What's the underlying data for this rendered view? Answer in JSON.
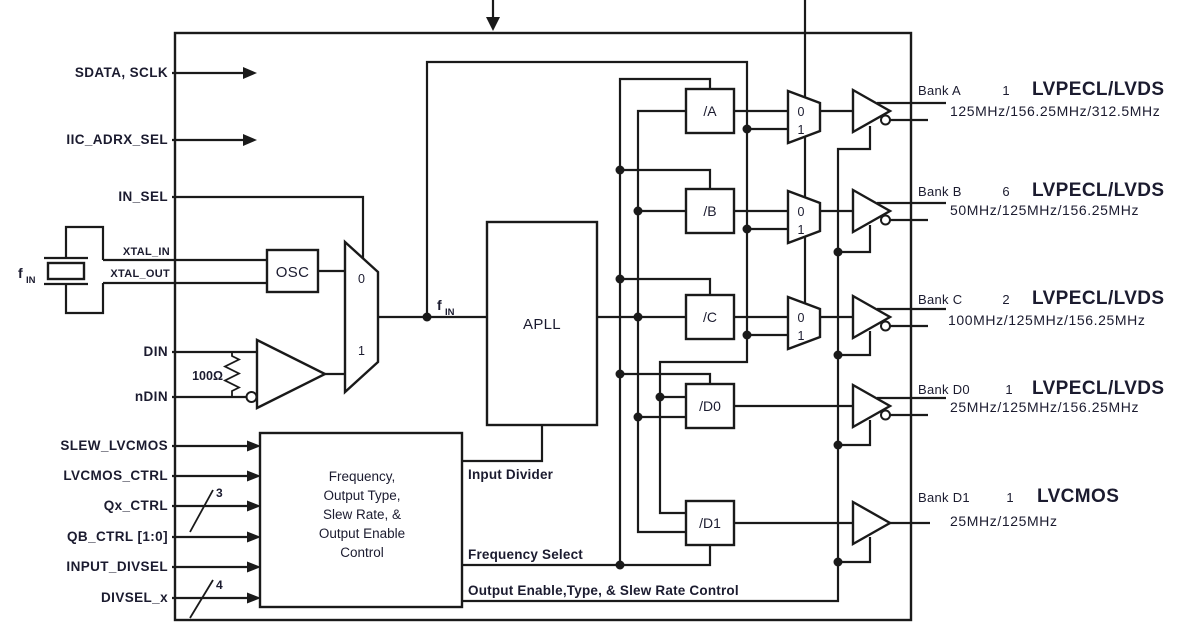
{
  "signals": [
    {
      "label": "SDATA, SCLK"
    },
    {
      "label": "IIC_ADRX_SEL"
    },
    {
      "label": "IN_SEL"
    },
    {
      "label": "DIN"
    },
    {
      "label": "nDIN"
    },
    {
      "label": "SLEW_LVCMOS"
    },
    {
      "label": "LVCMOS_CTRL"
    },
    {
      "label": "Qx_CTRL"
    },
    {
      "label": "QB_CTRL [1:0]"
    },
    {
      "label": "INPUT_DIVSEL"
    },
    {
      "label": "DIVSEL_x"
    }
  ],
  "bus_widths": {
    "qx_ctrl": "3",
    "divsel_x": "4"
  },
  "input_stage": {
    "f_in": "f",
    "f_in_sub": "IN",
    "xtal_in": "XTAL_IN",
    "xtal_out": "XTAL_OUT",
    "resistor": "100Ω",
    "osc": "OSC",
    "mux_in_0": "0",
    "mux_in_1": "1"
  },
  "core": {
    "apll": "APLL",
    "f_in": "f",
    "f_in_sub": "IN",
    "control_block": [
      "Frequency,",
      "Output Type,",
      "Slew Rate, &",
      "Output Enable",
      "Control"
    ],
    "input_divider_label": "Input Divider",
    "frequency_select_label": "Frequency Select",
    "output_enable_label": "Output Enable,Type, & Slew Rate Control"
  },
  "dividers": [
    {
      "label": "/A"
    },
    {
      "label": "/B"
    },
    {
      "label": "/C"
    },
    {
      "label": "/D0"
    },
    {
      "label": "/D1"
    }
  ],
  "output_mux": {
    "zero": "0",
    "one": "1"
  },
  "banks": [
    {
      "name": "Bank A",
      "count": "1",
      "type": "LVPECL/LVDS",
      "freqs": "125MHz/156.25MHz/312.5MHz"
    },
    {
      "name": "Bank B",
      "count": "6",
      "type": "LVPECL/LVDS",
      "freqs": "50MHz/125MHz/156.25MHz"
    },
    {
      "name": "Bank C",
      "count": "2",
      "type": "LVPECL/LVDS",
      "freqs": "100MHz/125MHz/156.25MHz"
    },
    {
      "name": "Bank D0",
      "count": "1",
      "type": "LVPECL/LVDS",
      "freqs": "25MHz/125MHz/156.25MHz"
    },
    {
      "name": "Bank D1",
      "count": "1",
      "type": "LVCMOS",
      "freqs": "25MHz/125MHz"
    }
  ],
  "colors": {
    "wire": "#1a1a1a",
    "text": "#1b1b2f",
    "background": "#ffffff"
  }
}
